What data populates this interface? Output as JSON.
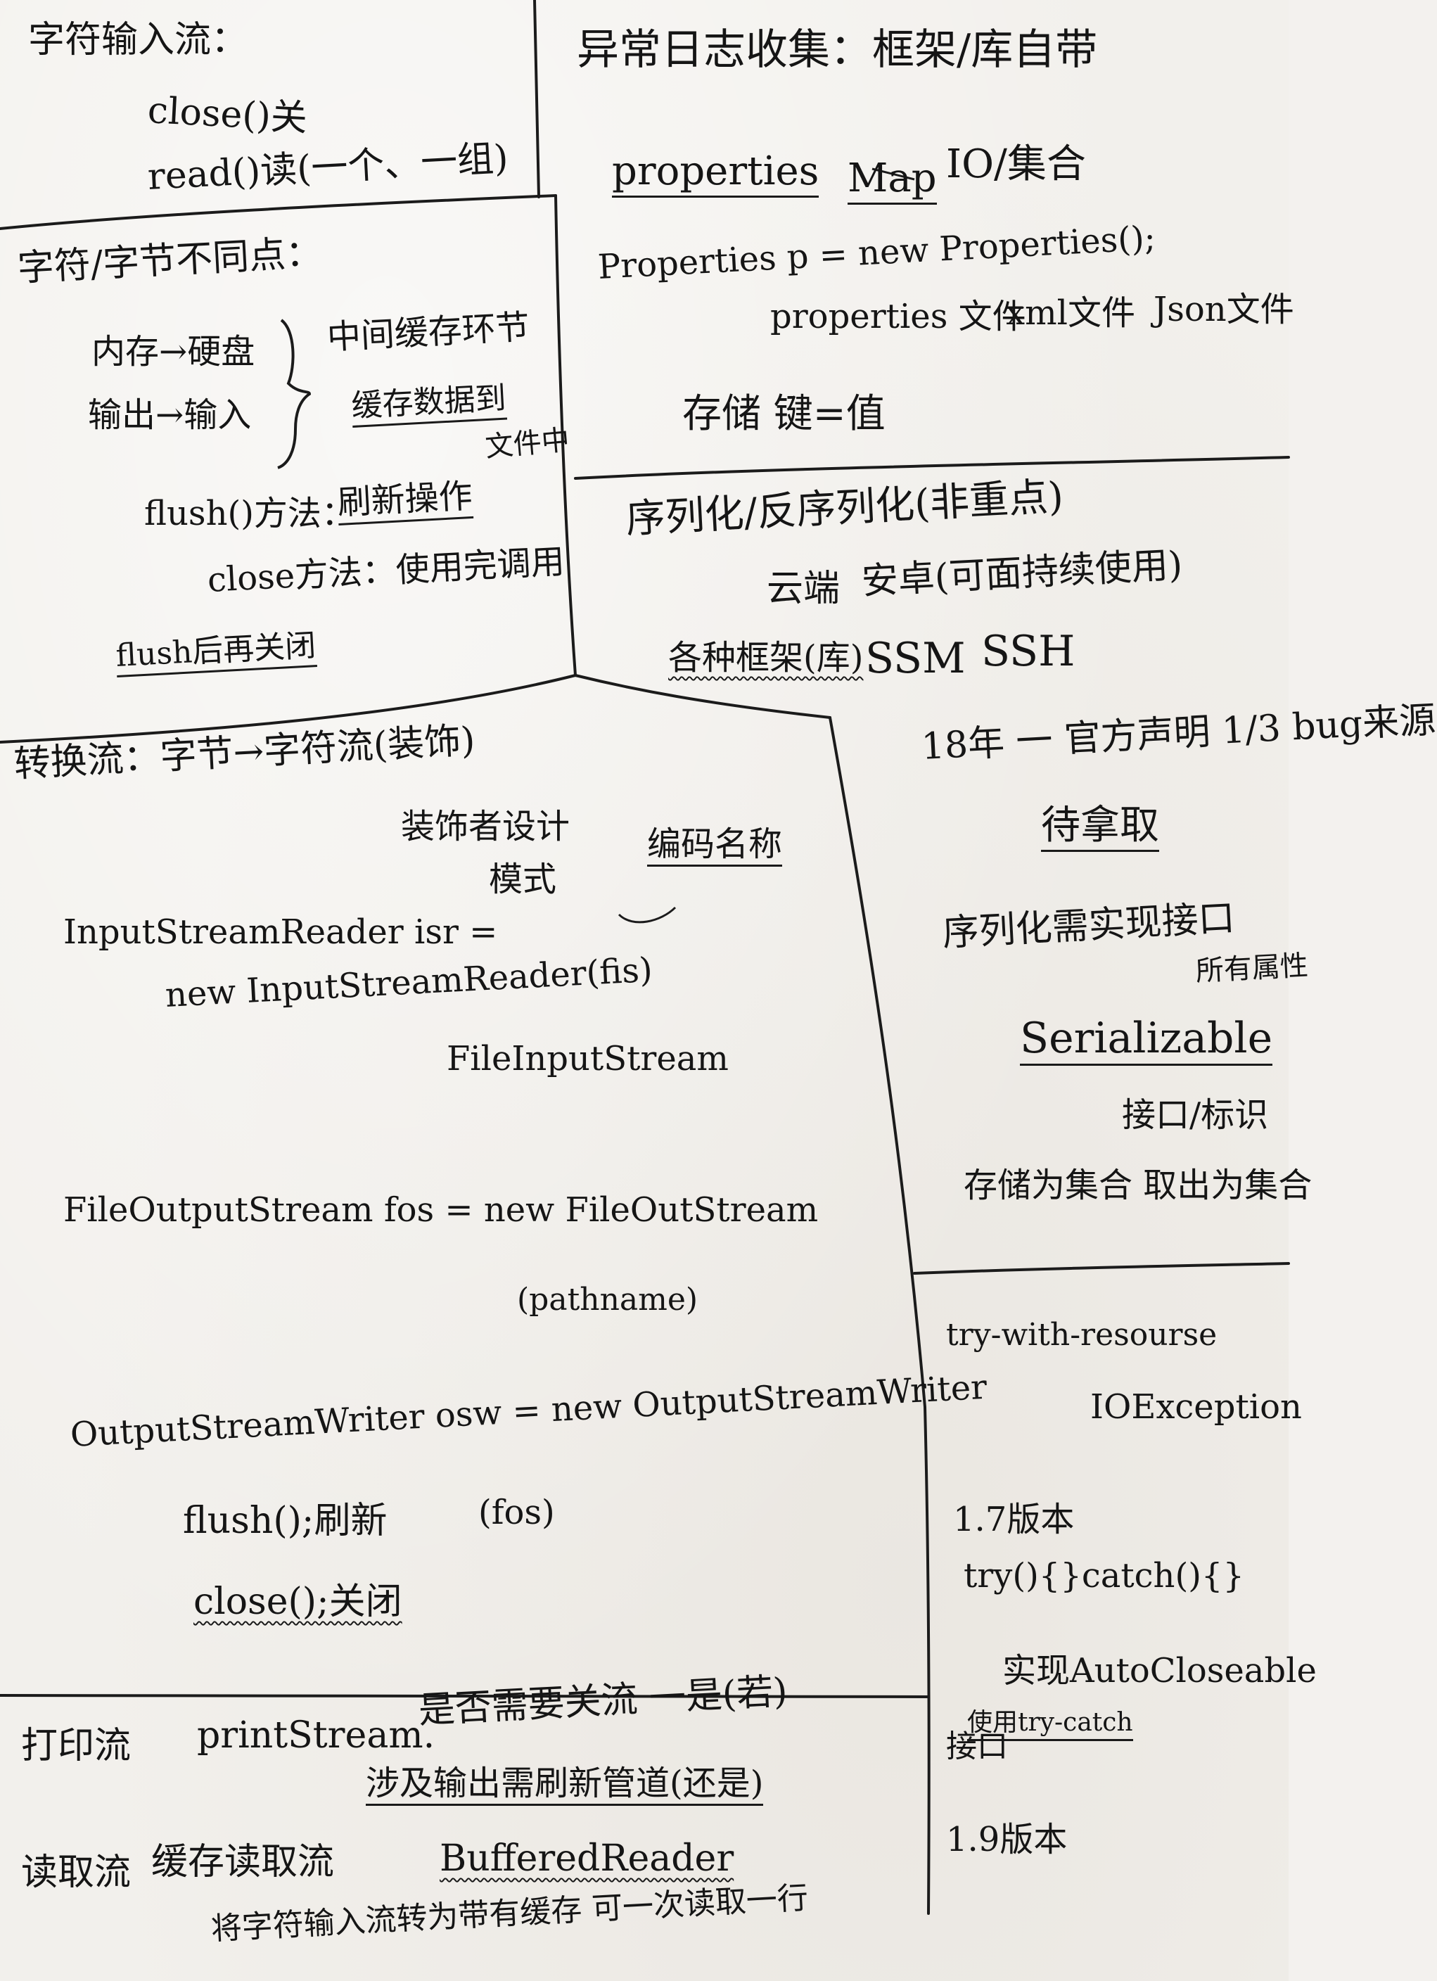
{
  "tl": {
    "title": "字符输入流：",
    "close": "close()关",
    "read": "read()读(一个、一组)"
  },
  "tr": {
    "title": "异常日志收集：框架/库自带",
    "properties": "properties",
    "map": "Map",
    "io": "IO/集合",
    "code": "Properties p = new Properties();",
    "file_properties": "properties 文件",
    "file_xml": "xml文件",
    "file_json": "Json文件",
    "kv": "存储 键=值"
  },
  "ml": {
    "title": "字符/字节不同点：",
    "row1": "内存→硬盘",
    "row2": "输出→输入",
    "brace_note": "中间缓存环节",
    "cache_note": "缓存数据到",
    "file_note": "文件中",
    "flush_label": "flush()方法：",
    "flush_desc": "刷新操作",
    "close_line": "close方法：使用完调用",
    "last_line": "flush后再关闭"
  },
  "mr": {
    "title": "序列化/反序列化(非重点)",
    "cloud": "云端",
    "android": "安卓(可面持续使用)",
    "framework": "各种框架(库)",
    "ssm": "SSM",
    "ssh": "SSH"
  },
  "conv": {
    "title": "转换流：字节→字符流(装饰)",
    "decorator1": "装饰者设计",
    "decorator2": "模式",
    "encoding": "编码名称",
    "isr1": "InputStreamReader isr =",
    "isr2": "new InputStreamReader(fis)",
    "fis": "FileInputStream",
    "fos1": "FileOutputStream fos = new FileOutStream",
    "fos2": "(pathname)",
    "osw": "OutputStreamWriter osw = new OutputStreamWriter",
    "flush": "flush();刷新",
    "fos_arg": "(fos)",
    "close": "close();关闭"
  },
  "right": {
    "bug_note": "18年 一 官方声明 1/3 bug来源",
    "pending": "待拿取",
    "impl": "序列化需实现接口",
    "attr": "所有属性",
    "serializable": "Serializable",
    "tag": "接口/标识",
    "store": "存储为集合 取出为集合",
    "twr": "try-with-resourse",
    "ioe": "IOException",
    "v17": "1.7版本",
    "try_code": "try(){}catch(){}",
    "impl_ac": "实现AutoCloseable",
    "iface": "接口",
    "use_tc": "使用try-catch",
    "v19": "1.9版本"
  },
  "bottom": {
    "print_label": "打印流",
    "print_class": "printStream.",
    "print_q": "是否需要关流 一是(若)",
    "print_note": "涉及输出需刷新管道(还是)",
    "read_label": "读取流",
    "read_desc": "缓存读取流",
    "read_class": "BufferedReader",
    "read_note": "将字符输入流转为带有缓存 可一次读取一行"
  }
}
